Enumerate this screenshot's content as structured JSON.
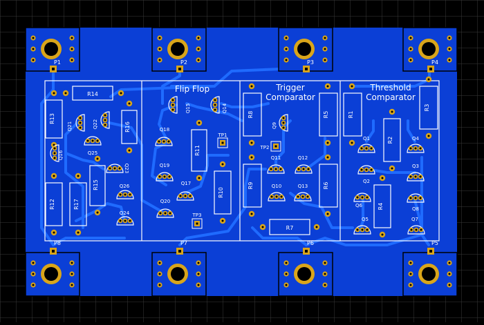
{
  "colors": {
    "background": "#000000",
    "grid": "#3a3a3a",
    "copper": "#0b3fd6",
    "trace": "#1f6bff",
    "silkscreen": "#ffffff",
    "pad": "#d9a51a",
    "pad_hole": "#000000"
  },
  "sections": {
    "flip_flop": "Flip Flop",
    "trigger_line1": "Trigger",
    "trigger_line2": "Comparator",
    "threshold_line1": "Threshold",
    "threshold_line2": "Comparator"
  },
  "pads": {
    "p1": "P1",
    "p2": "P2",
    "p3": "P3",
    "p4": "P4",
    "p5": "P5",
    "p6": "P6",
    "p7": "P7",
    "p8": "P8"
  },
  "test_points": {
    "tp1": "TP1",
    "tp2": "TP2",
    "tp3": "TP3"
  },
  "resistors": {
    "r1": "R1",
    "r2": "R2",
    "r3": "R3",
    "r4": "R4",
    "r5": "R5",
    "r6": "R6",
    "r7": "R7",
    "r8": "R8",
    "r9": "R9",
    "r10": "R10",
    "r11": "R11",
    "r12": "R12",
    "r13": "R13",
    "r14": "R14",
    "r15": "R15",
    "r16": "R16",
    "r17": "R17"
  },
  "transistors": {
    "q1": "Q1",
    "q2": "Q2",
    "q3": "Q3",
    "q4": "Q4",
    "q5": "Q5",
    "q6": "Q6",
    "q7": "Q7",
    "q8": "Q8",
    "q9": "Q9",
    "q10": "Q10",
    "q11": "Q11",
    "q12": "Q12",
    "q13": "Q13",
    "q14": "Q14",
    "q15": "Q15",
    "q16": "Q16",
    "q17": "Q17",
    "q18": "Q18",
    "q19": "Q19",
    "q20": "Q20",
    "q21": "Q21",
    "q22": "Q22",
    "q23": "Q23",
    "q24": "Q24",
    "q25": "Q25",
    "q26": "Q26"
  }
}
